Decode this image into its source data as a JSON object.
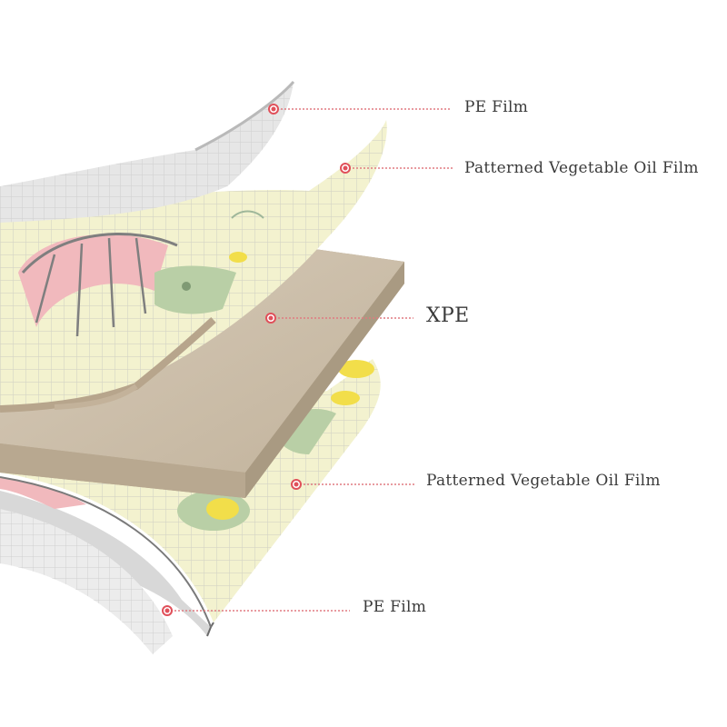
{
  "labels": {
    "pe_film_top": "PE Film",
    "patterned_film_top": "Patterned Vegetable Oil Film",
    "xpe": "XPE",
    "patterned_film_bottom": "Patterned Vegetable Oil Film",
    "pe_film_bottom": "PE Film"
  },
  "colors": {
    "callout_dot": "#e0505a",
    "callout_line": "#e07a80",
    "xpe_core": "#c9bba6",
    "film_cream": "#f3f2cf",
    "pattern_pink": "#f1b9bd",
    "pattern_green": "#b9cfa6",
    "pattern_yellow": "#f2de4a",
    "pe_film_grey": "#e4e4e4"
  }
}
